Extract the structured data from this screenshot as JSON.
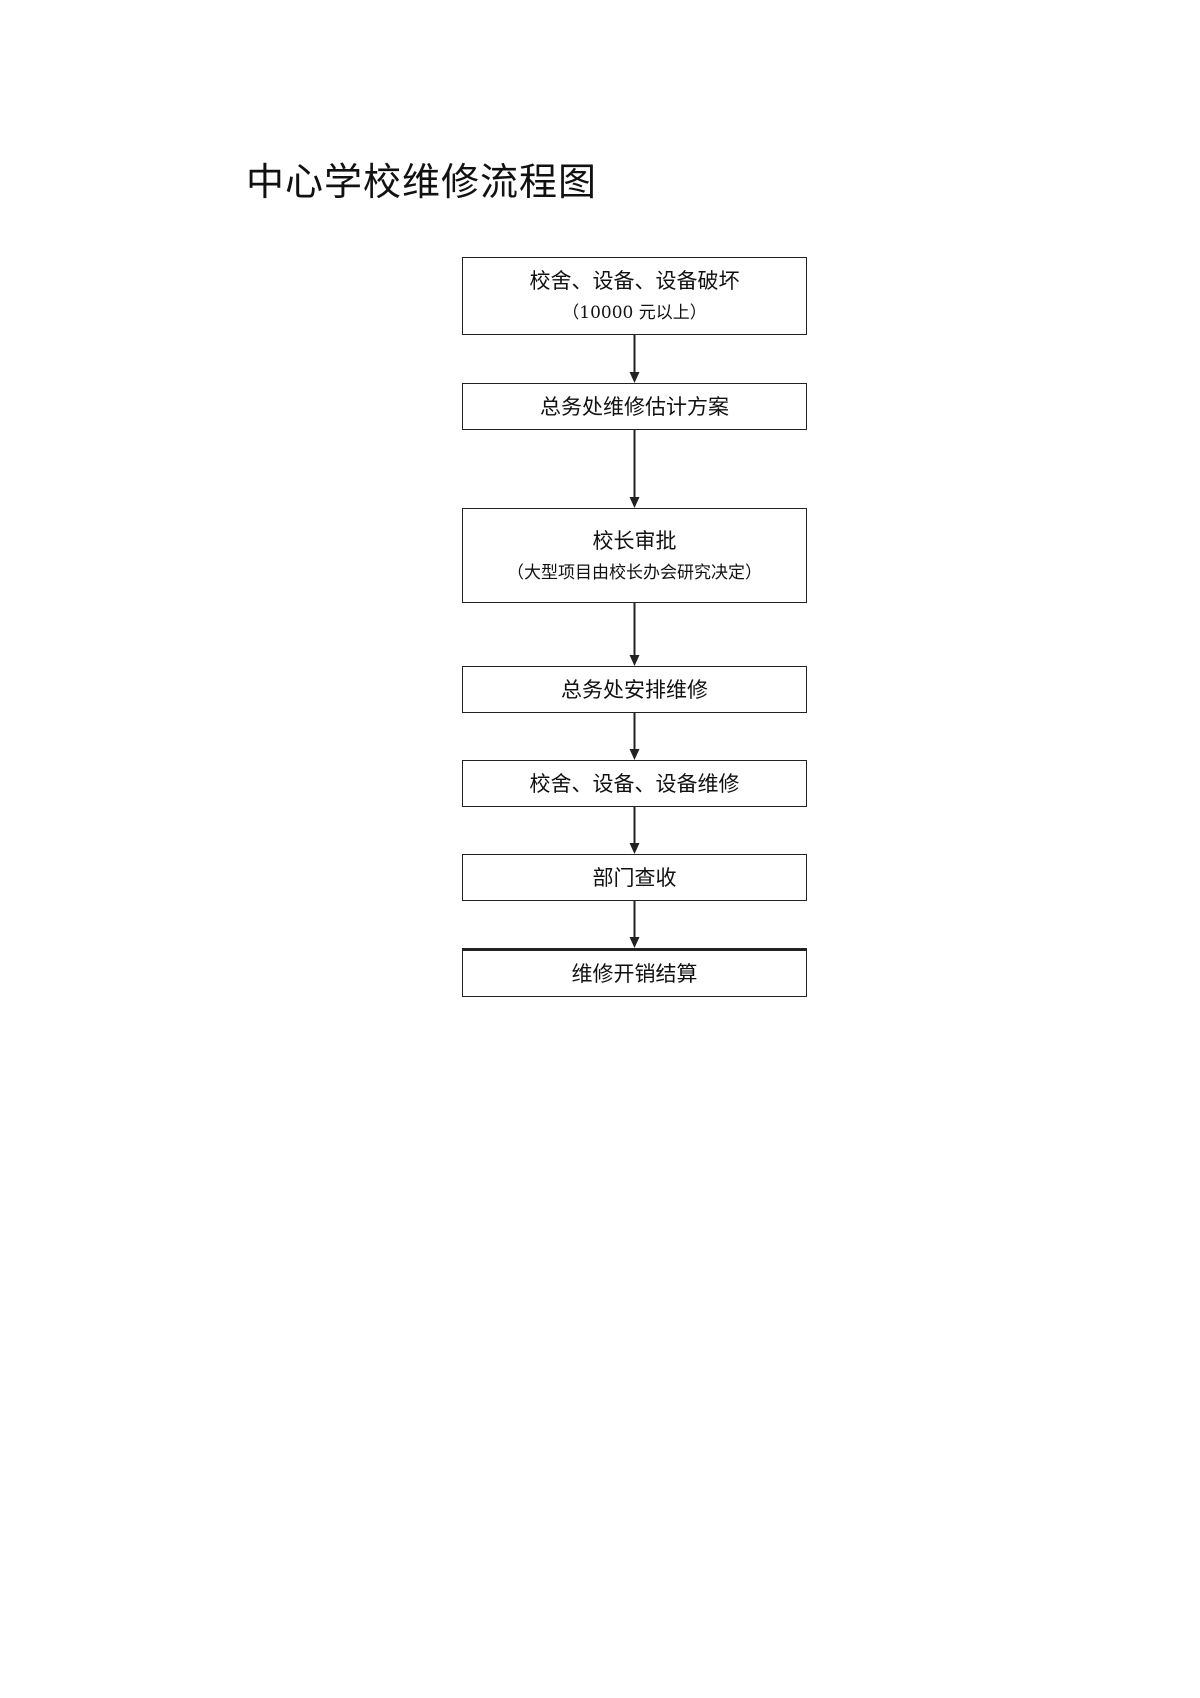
{
  "title": "中心学校维修流程图",
  "flow": {
    "nodes": [
      {
        "main": "校舍、设备、设备破坏",
        "sub": "（10000 元以上）"
      },
      {
        "main": "总务处维修估计方案",
        "sub": ""
      },
      {
        "main": "校长审批",
        "sub": "（大型项目由校长办会研究决定）"
      },
      {
        "main": "总务处安排维修",
        "sub": ""
      },
      {
        "main": "校舍、设备、设备维修",
        "sub": ""
      },
      {
        "main": "部门查收",
        "sub": ""
      },
      {
        "main": "维修开销结算",
        "sub": ""
      }
    ],
    "edges": [
      {
        "from": 0,
        "to": 1
      },
      {
        "from": 1,
        "to": 2
      },
      {
        "from": 2,
        "to": 3
      },
      {
        "from": 3,
        "to": 4
      },
      {
        "from": 4,
        "to": 5
      },
      {
        "from": 5,
        "to": 6
      }
    ]
  },
  "colors": {
    "stroke": "#222222",
    "text": "#111111",
    "background": "#ffffff"
  }
}
